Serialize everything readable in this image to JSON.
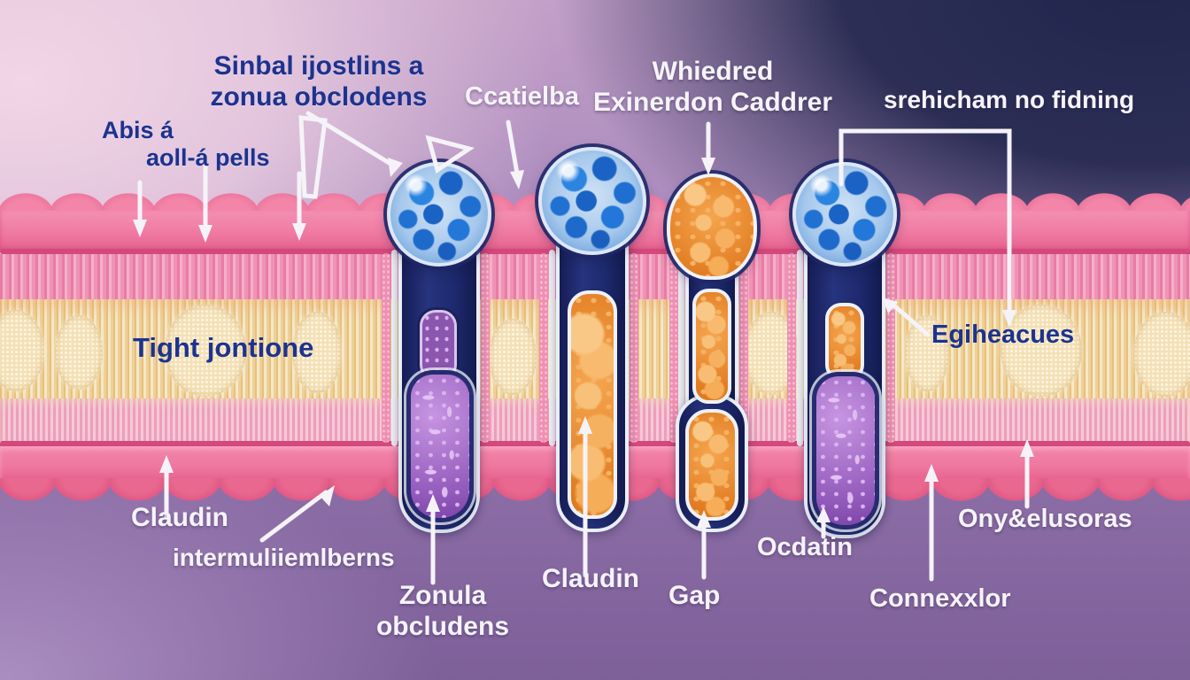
{
  "figure": {
    "type": "medical illustration",
    "subject": "Cross-section diagram of epithelial cell junctions (tight junction style) with AI-garbled labels",
    "palette": {
      "background_top_left": "#f2d6e6",
      "background_top_right": "#20254c",
      "background_bottom": "#8e6fa8",
      "membrane_pink": "#ef7aa2",
      "fiber_yellow": "#edd09a",
      "protein_navy": "#1d2a6e",
      "bulb_blue": "#1c6ed2",
      "blob_purple": "#9159ba",
      "column_orange": "#ed8a2f",
      "label_navy": "#1c338f",
      "label_white": "#f6f3f9"
    }
  },
  "labels": {
    "abis": {
      "line1": "Abis á",
      "line2": "aoll-á pells"
    },
    "sinbal": {
      "line1": "Sinbal ijostlins a",
      "line2": "zonua obclodens"
    },
    "ccatielba": {
      "text": "Ccatielba"
    },
    "whiedred": {
      "line1": "Whiedred",
      "line2": "Exinerdon Caddrer"
    },
    "srehicham": {
      "text": "srehicham no fidning"
    },
    "tight_jontione": {
      "text": "Tight jontione"
    },
    "egiheacues": {
      "text": "Egiheacues"
    },
    "claudin_left": {
      "text": "Claudin"
    },
    "intermuliiemlberns": {
      "text": "intermuliiemlberns"
    },
    "zonula_obcludens": {
      "line1": "Zonula",
      "line2": "obcludens"
    },
    "claudin_center": {
      "text": "Claudin"
    },
    "gap": {
      "text": "Gap"
    },
    "ocdatin": {
      "text": "Ocdatin"
    },
    "onyelusoras": {
      "text": "Ony&elusoras"
    },
    "connexxlor": {
      "text": "Connexxlor"
    }
  }
}
